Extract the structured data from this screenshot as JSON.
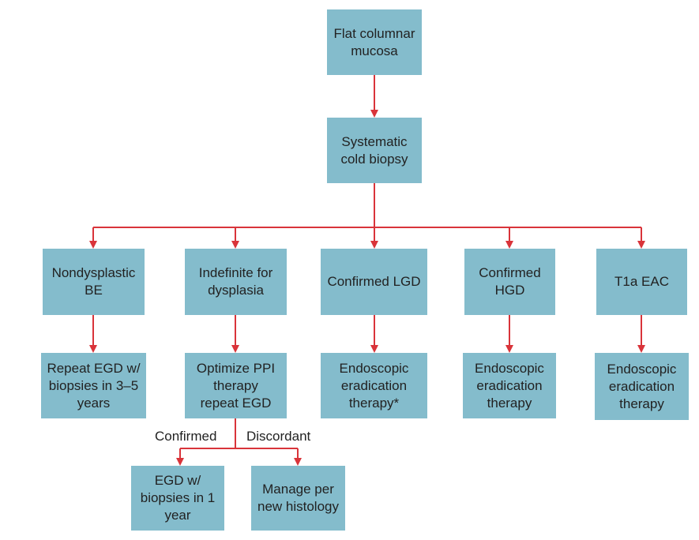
{
  "nodes": {
    "flat_columnar_mucosa": "Flat columnar\nmucosa",
    "systematic_cold_biopsy": "Systematic\ncold biopsy",
    "nondysplastic_be": "Nondysplastic\nBE",
    "indefinite_for_dysplasia": "Indefinite for\ndysplasia",
    "confirmed_lgd": "Confirmed LGD",
    "confirmed_hgd": "Confirmed\nHGD",
    "t1a_eac": "T1a EAC",
    "repeat_egd": "Repeat EGD w/\nbiopsies in 3–5\nyears",
    "optimize_ppi": "Optimize PPI\ntherapy\nrepeat EGD",
    "endoscopic_eradication_lgd": "Endoscopic\neradication\ntherapy*",
    "endoscopic_eradication_hgd": "Endoscopic\neradication\ntherapy",
    "endoscopic_eradication_eac": "Endoscopic\neradication\ntherapy",
    "egd_biopsies_1_year": "EGD w/\nbiopsies in 1\nyear",
    "manage_new_histology": "Manage per\nnew histology"
  },
  "branch_labels": {
    "confirmed": "Confirmed",
    "discordant": "Discordant"
  },
  "colors": {
    "box_fill": "#84bccc",
    "arrow": "#d9343a",
    "text": "#222222"
  }
}
